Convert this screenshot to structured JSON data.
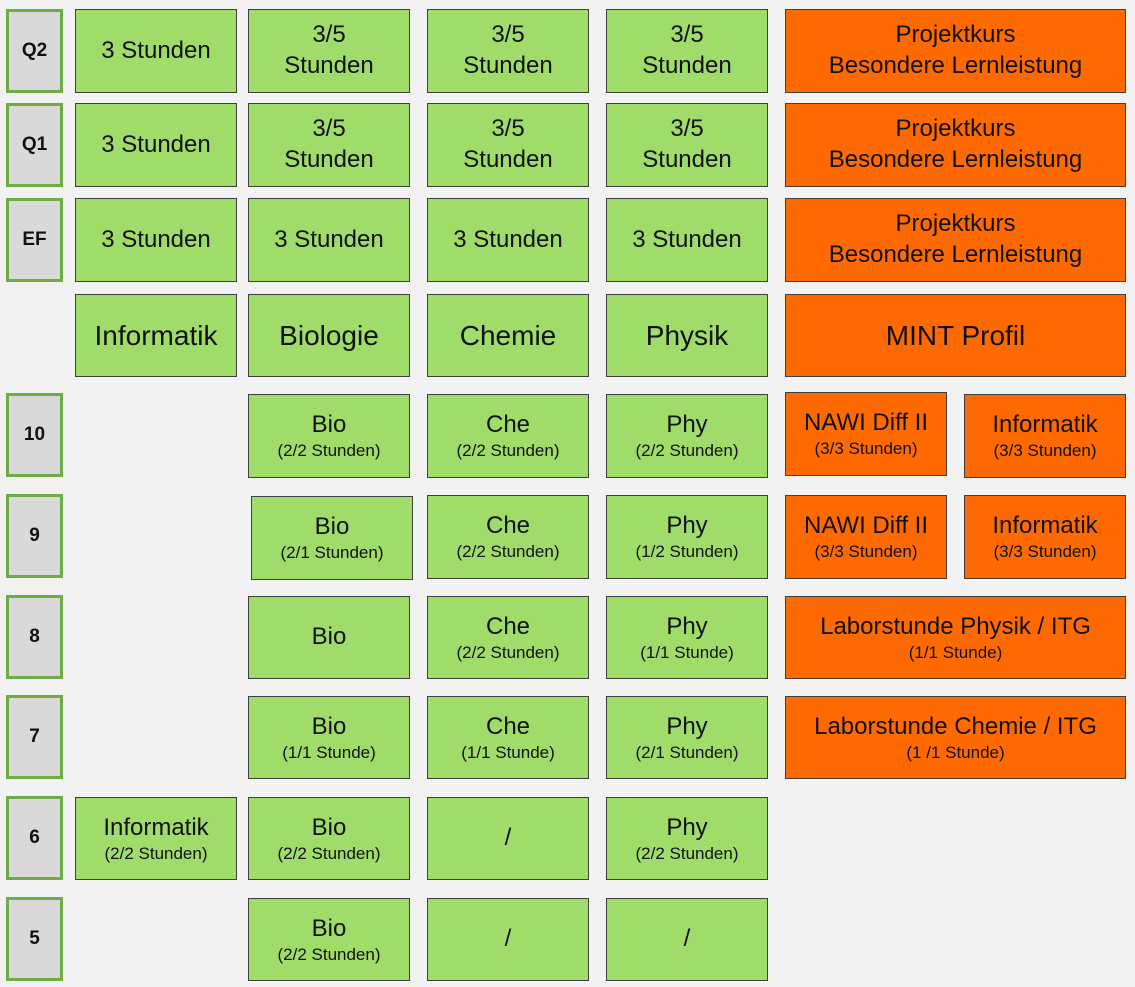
{
  "grades": [
    "Q2",
    "Q1",
    "EF",
    "10",
    "9",
    "8",
    "7",
    "6",
    "5"
  ],
  "rows": {
    "q2": {
      "informatik": "3 Stunden",
      "biologie": [
        "3/5",
        "Stunden"
      ],
      "chemie": [
        "3/5",
        "Stunden"
      ],
      "physik": [
        "3/5",
        "Stunden"
      ],
      "mint": [
        "Projektkurs",
        "Besondere Lernleistung"
      ]
    },
    "q1": {
      "informatik": "3 Stunden",
      "biologie": [
        "3/5",
        "Stunden"
      ],
      "chemie": [
        "3/5",
        "Stunden"
      ],
      "physik": [
        "3/5",
        "Stunden"
      ],
      "mint": [
        "Projektkurs",
        "Besondere Lernleistung"
      ]
    },
    "ef": {
      "informatik": "3 Stunden",
      "biologie": "3 Stunden",
      "chemie": "3 Stunden",
      "physik": "3 Stunden",
      "mint": [
        "Projektkurs",
        "Besondere Lernleistung"
      ]
    },
    "header": {
      "informatik": "Informatik",
      "biologie": "Biologie",
      "chemie": "Chemie",
      "physik": "Physik",
      "mint": "MINT Profil"
    },
    "g10": {
      "bio": [
        "Bio",
        "(2/2 Stunden)"
      ],
      "che": [
        "Che",
        "(2/2 Stunden)"
      ],
      "phy": [
        "Phy",
        "(2/2 Stunden)"
      ],
      "nawi": [
        "NAWI Diff II",
        "(3/3 Stunden)"
      ],
      "inf": [
        "Informatik",
        "(3/3 Stunden)"
      ]
    },
    "g9": {
      "bio": [
        "Bio",
        "(2/1 Stunden)"
      ],
      "che": [
        "Che",
        "(2/2 Stunden)"
      ],
      "phy": [
        "Phy",
        "(1/2 Stunden)"
      ],
      "nawi": [
        "NAWI Diff II",
        "(3/3 Stunden)"
      ],
      "inf": [
        "Informatik",
        "(3/3 Stunden)"
      ]
    },
    "g8": {
      "bio": "Bio",
      "che": [
        "Che",
        "(2/2 Stunden)"
      ],
      "phy": [
        "Phy",
        "(1/1 Stunde)"
      ],
      "labor": [
        "Laborstunde Physik / ITG",
        "(1/1 Stunde)"
      ]
    },
    "g7": {
      "bio": [
        "Bio",
        "(1/1 Stunde)"
      ],
      "che": [
        "Che",
        "(1/1 Stunde)"
      ],
      "phy": [
        "Phy",
        "(2/1 Stunden)"
      ],
      "labor": [
        "Laborstunde Chemie / ITG",
        "(1 /1 Stunde)"
      ]
    },
    "g6": {
      "inf": [
        "Informatik",
        "(2/2 Stunden)"
      ],
      "bio": [
        "Bio",
        "(2/2 Stunden)"
      ],
      "che": "/",
      "phy": [
        "Phy",
        "(2/2 Stunden)"
      ]
    },
    "g5": {
      "bio": [
        "Bio",
        "(2/2 Stunden)"
      ],
      "che": "/",
      "phy": "/"
    }
  },
  "colors": {
    "subject_green": "#9fdc6a",
    "mint_orange": "#ff6a00",
    "grade_grey": "#d9d9d9",
    "grade_border": "#6fac46"
  }
}
